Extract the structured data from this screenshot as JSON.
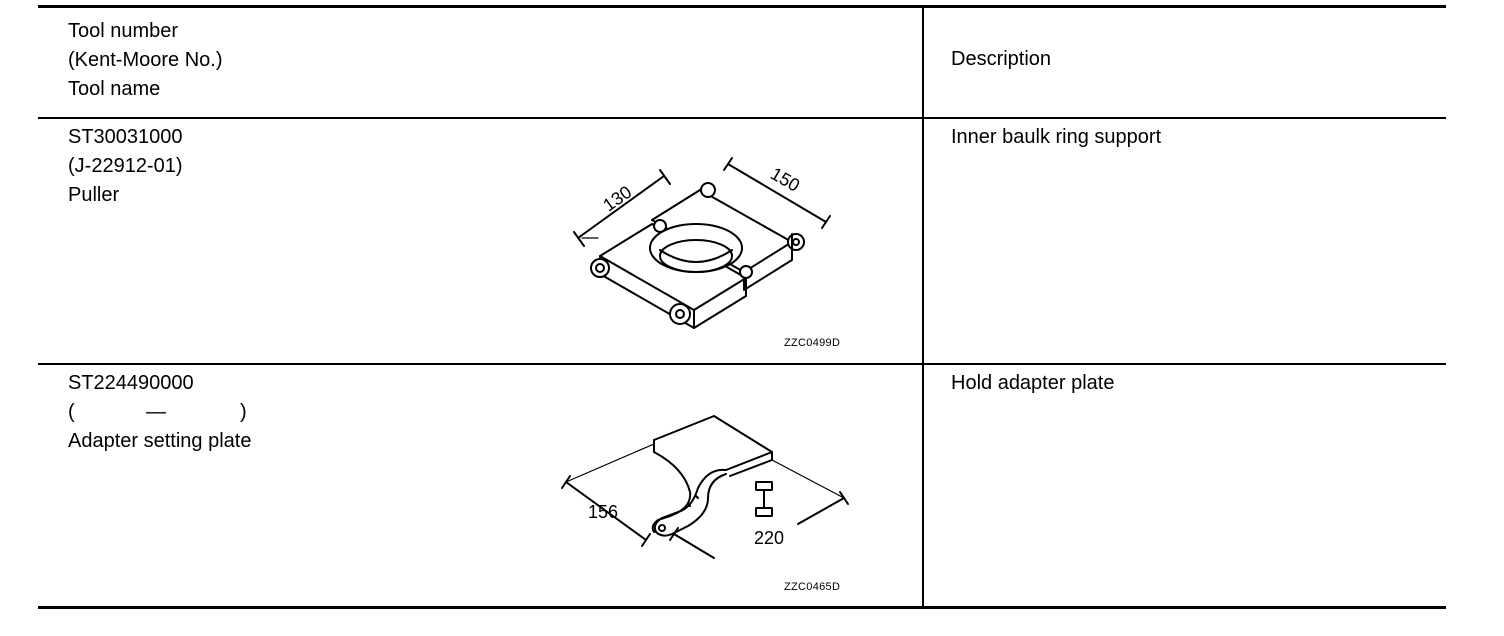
{
  "header": {
    "tool_col_lines": [
      "Tool number",
      "(Kent-Moore No.)",
      "Tool name"
    ],
    "description_label": "Description"
  },
  "rows": [
    {
      "tool_number": "ST30031000",
      "kent_moore": "(J-22912-01)",
      "tool_name": "Puller",
      "description": "Inner baulk ring support",
      "figure_code": "ZZC0499D",
      "dimensions": [
        "130",
        "150"
      ]
    },
    {
      "tool_number": "ST224490000",
      "kent_moore_open": "(",
      "kent_moore_dash": "—",
      "kent_moore_close": ")",
      "tool_name": "Adapter setting plate",
      "description": "Hold adapter plate",
      "figure_code": "ZZC0465D",
      "dimensions": [
        "156",
        "220"
      ]
    }
  ]
}
